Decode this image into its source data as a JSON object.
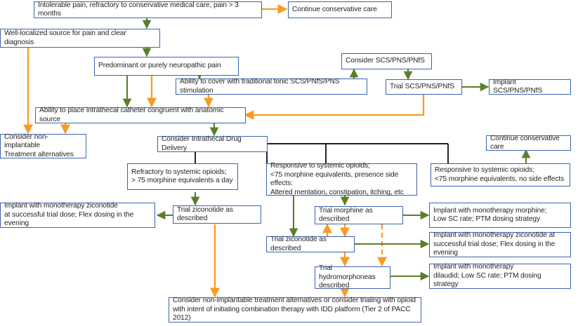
{
  "title": "Intrathecal Drug Delivery / Neuromodulation Decision Algorithm",
  "colors": {
    "box_border": "#3a64b0",
    "box_fill": "#ffffff",
    "text": "#231f20",
    "arrow_green": "#5b7e2a",
    "arrow_orange": "#f89b22",
    "arrow_black": "#000000"
  },
  "nodes": {
    "intolerable_pain": "Intolerable pain, refractory to conservative medical care, pain > 3 months",
    "continue_care_top": "Continue conservative care",
    "well_localized": "Well-localized source for pain and clear diagnosis",
    "predominant_neuropathic": "Predominant or purely neuropathic pain",
    "consider_scs": "Consider SCS/PNS/PNfS",
    "ability_cover": "Ability to cover with traditional tonic SCS/PNfS/PNS stimulation",
    "trial_scs": "Trial SCS/PNS/PNfS",
    "implant_scs": "Implant SCS/PNS/PNfS",
    "ability_catheter": "Ability to place intrathecal catheter congruent with anatomic source",
    "consider_nonimplantable": "Consider non-implantable\nTreatment alternatives",
    "consider_idd": "Consider Intrathecal Drug Delivery",
    "continue_care_right": "Continue conservative care",
    "refractory_opioids": "Refractory to systemic opioids;\n> 75 morphine equivalents a day",
    "responsive_side_effects": "Responsive to systemic opioids;\n<75 morphine equivalents, presence side effects:\nAltered mentation, constipation, itching, etc",
    "responsive_no_side_effects": "Responsive to systemic opioids;\n<75 morphine equivalents, no side effects",
    "implant_ziconotide_left": "Implant with monotherapy ziconotide\nat successful trial dose; Flex dosing in the evening",
    "trial_ziconotide_left": "Trial ziconotide as described",
    "trial_morphine": "Trial morphine as described",
    "implant_morphine": "Implant with monotherapy morphine;\nLow SC rate; PTM dosing strategy",
    "trial_ziconotide_mid": "Trial ziconotide as described",
    "implant_ziconotide_right": "Implant with monotherapy ziconotide at\nsuccessful trial dose; Flex dosing in the evening",
    "trial_hydromorphone": "Trial hydromorphoneas\ndescribed",
    "implant_dilaudid": "Implant with monotherapy\ndilaudid; Low SC rate; PTM dosing strategy",
    "bottom_alternatives": "Consider non-implantable treatment alternatives or consider trialing with opioid\nwith intent of initiating combination therapy with IDD platform (Tier 2 of PACC 2012)"
  }
}
